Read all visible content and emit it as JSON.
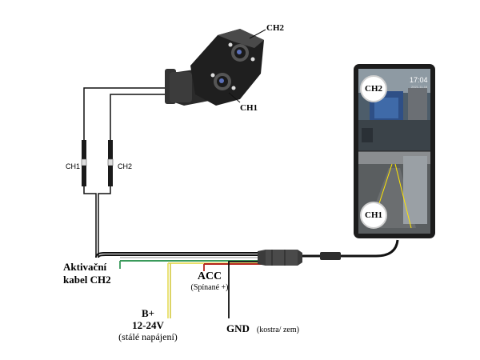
{
  "camera": {
    "label_top": "CH2",
    "label_bottom": "CH1"
  },
  "connectors": {
    "left": "CH1",
    "right": "CH2"
  },
  "monitor": {
    "badge_top": "CH2",
    "badge_bottom": "CH1",
    "clock": "17:04",
    "date": "2021-11-16"
  },
  "wires": {
    "activation": {
      "line1": "Aktivační",
      "line2": "kabel CH2"
    },
    "bplus": {
      "line1": "B+",
      "line2": "12-24V",
      "line3": "(stálé napájení)"
    },
    "acc": {
      "title": "ACC",
      "sub": "(Spínané +)"
    },
    "gnd": {
      "title": "GND",
      "sub": "(kostra/ zem)"
    }
  },
  "colors": {
    "black": "#111111",
    "green": "#3a9a5b",
    "yellow": "#e8df6a",
    "red": "#b5261e"
  }
}
